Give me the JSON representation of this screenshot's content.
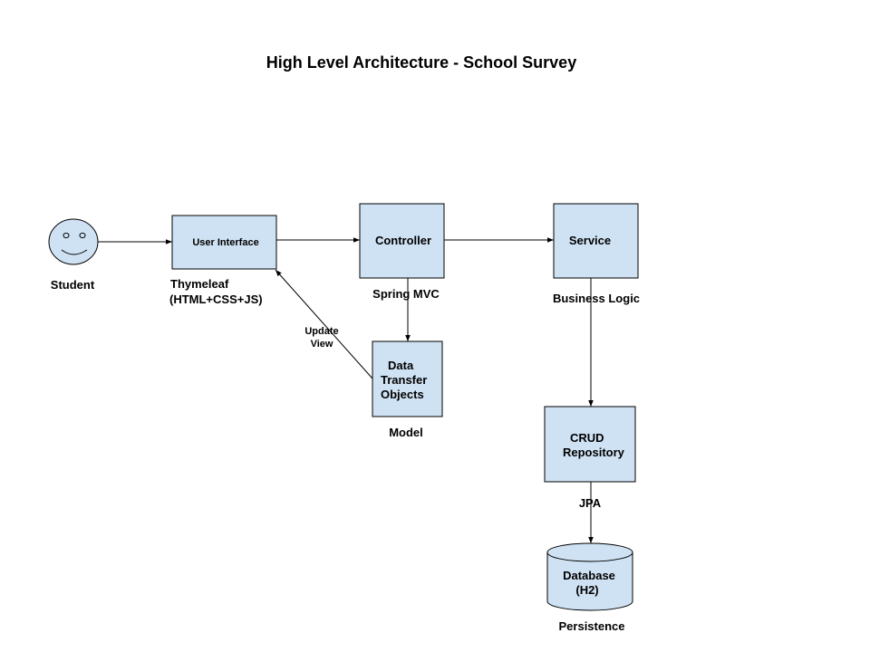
{
  "title": "High Level Architecture - School Survey",
  "colors": {
    "box_fill": "#cfe2f3",
    "stroke": "#000000",
    "background": "#ffffff"
  },
  "actor": {
    "icon": "smiley-face-icon",
    "label": "Student"
  },
  "nodes": {
    "ui": {
      "label": "User Interface",
      "caption_lines": [
        "Thymeleaf",
        "(HTML+CSS+JS)"
      ]
    },
    "controller": {
      "label": "Controller",
      "caption": "Spring MVC"
    },
    "service": {
      "label": "Service",
      "caption": "Business Logic"
    },
    "dto": {
      "label_lines": [
        "Data",
        "Transfer",
        "Objects"
      ],
      "caption": "Model"
    },
    "repository": {
      "label_lines": [
        "CRUD",
        "Repository"
      ],
      "caption": "JPA"
    },
    "database": {
      "label_lines": [
        "Database",
        "(H2)"
      ],
      "caption": "Persistence"
    }
  },
  "edges": {
    "student_to_ui": {
      "from": "Student",
      "to": "User Interface"
    },
    "ui_to_controller": {
      "from": "User Interface",
      "to": "Controller"
    },
    "controller_to_service": {
      "from": "Controller",
      "to": "Service"
    },
    "controller_to_dto": {
      "from": "Controller",
      "to": "Data Transfer Objects"
    },
    "dto_to_ui": {
      "from": "Data Transfer Objects",
      "to": "User Interface",
      "label_lines": [
        "Update",
        "View"
      ]
    },
    "service_to_repository": {
      "from": "Service",
      "to": "CRUD Repository"
    },
    "repository_to_database": {
      "from": "CRUD Repository",
      "to": "Database"
    }
  }
}
